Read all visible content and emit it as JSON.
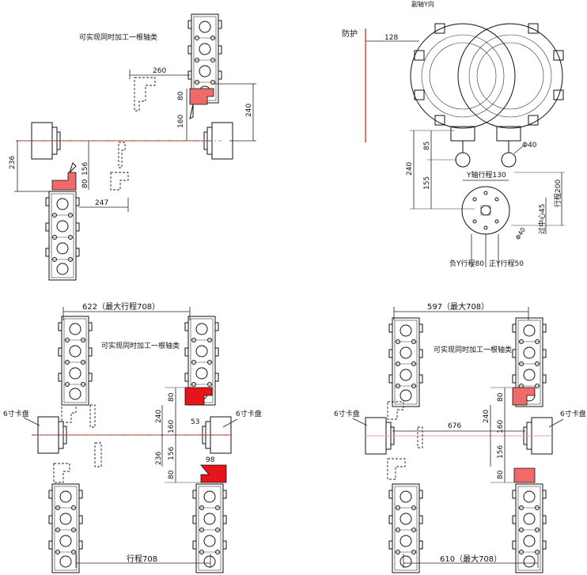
{
  "q1": {
    "note": "可实现同时加工一根轴类",
    "dims": {
      "d260": "260",
      "d80": "80",
      "d160": "160",
      "d240": "240",
      "d236": "236",
      "d156": "156",
      "d80b": "80",
      "d247": "247"
    }
  },
  "q2": {
    "title": "副轴Y向",
    "guard": "防护",
    "dims": {
      "d128": "128",
      "d85": "85",
      "d240": "240",
      "d155": "155",
      "phi40": "Φ40",
      "y_travel": "Y轴行程130",
      "travel200": "行程200",
      "center": "过中心45",
      "phi40b": "Φ40",
      "neg_y": "负Y行程80",
      "pos_y": "正Y行程50"
    }
  },
  "q3": {
    "note": "可实现同时加工一根轴类",
    "top_dim": "622（最大行程708）",
    "chuck_left": "6寸卡盘",
    "chuck_right": "6寸卡盘",
    "dims": {
      "d80a": "80",
      "d240": "240",
      "d160": "160",
      "d53": "53",
      "d236": "236",
      "d156": "156",
      "d98": "98",
      "d80b": "80"
    },
    "bottom_dim": "行程708"
  },
  "q4": {
    "top_dim": "597（最大708）",
    "note": "可实现同时加工一根轴类",
    "chuck_left": "6寸卡盘",
    "chuck_right": "6寸卡盘",
    "dims": {
      "d676": "676",
      "d80a": "80",
      "d240": "240",
      "d160": "160",
      "d156": "156",
      "d80b": "80"
    },
    "bottom_dim": "610（最大708）"
  }
}
